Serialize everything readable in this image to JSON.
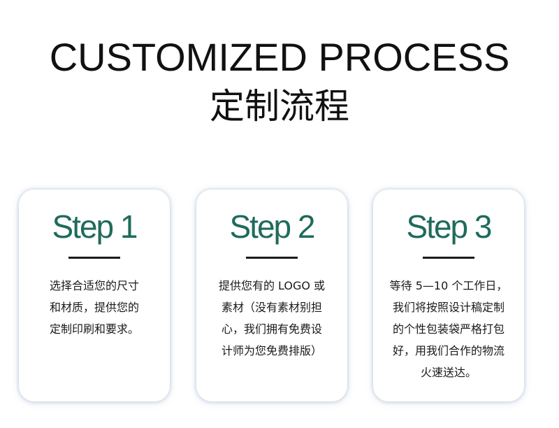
{
  "header": {
    "title_en": "CUSTOMIZED PROCESS",
    "title_cn": "定制流程"
  },
  "colors": {
    "step_accent": "#1f6b5c",
    "rule": "#1a1a1a"
  },
  "steps": [
    {
      "title": "Step 1",
      "lines": [
        "选择合适您的尺寸",
        "和材质，提供您的",
        "定制印刷和要求。"
      ]
    },
    {
      "title": "Step 2",
      "lines": [
        "提供您有的 LOGO 或",
        "素材（没有素材别担",
        "心，我们拥有免费设",
        "计师为您免费排版）"
      ]
    },
    {
      "title": "Step 3",
      "lines": [
        "等待 5—10 个工作日，",
        "我们将按照设计稿定制",
        "的个性包装袋严格打包",
        "好，用我们合作的物流",
        "火速送达。"
      ]
    }
  ]
}
